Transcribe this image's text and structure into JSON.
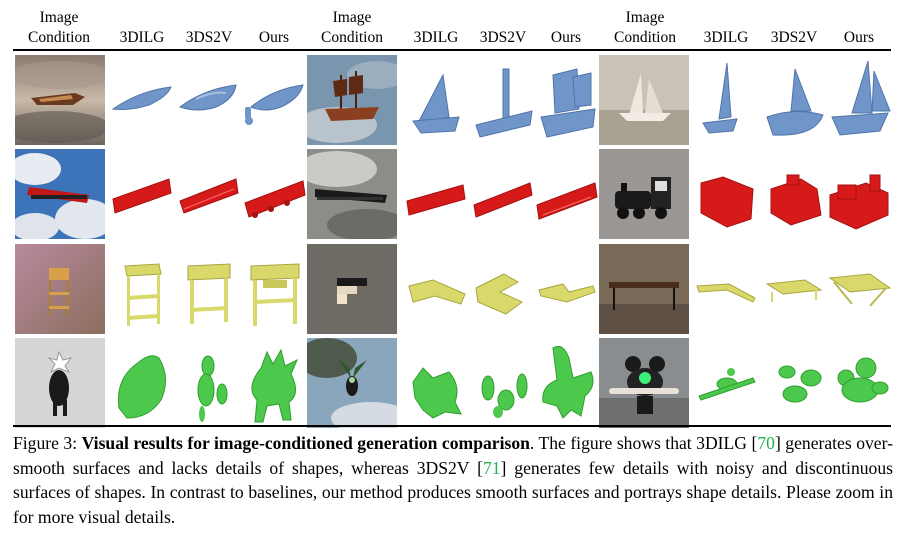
{
  "header": {
    "groups": [
      {
        "image_label_line1": "Image",
        "image_label_line2": "Condition",
        "methods": [
          "3DILG",
          "3DS2V",
          "Ours"
        ]
      },
      {
        "image_label_line1": "Image",
        "image_label_line2": "Condition",
        "methods": [
          "3DILG",
          "3DS2V",
          "Ours"
        ]
      },
      {
        "image_label_line1": "Image",
        "image_label_line2": "Condition",
        "methods": [
          "3DILG",
          "3DS2V",
          "Ours"
        ]
      }
    ]
  },
  "rows": [
    {
      "category": "boats",
      "color": "#6f95c9",
      "photos": [
        "speedboat-in-clouds",
        "pirate-ship-in-clouds",
        "sailboat-in-fog"
      ]
    },
    {
      "category": "trains",
      "color": "#d61a1a",
      "photos": [
        "red-train-in-sky",
        "black-train-in-clouds",
        "toy-locomotive"
      ]
    },
    {
      "category": "furniture",
      "color": "#d9d86a",
      "photos": [
        "nightstand-shelf",
        "sectional-sofa",
        "wooden-bench"
      ]
    },
    {
      "category": "creatures",
      "color": "#4cc94c",
      "photos": [
        "spiky-creature",
        "winged-creature",
        "robot-with-ears"
      ]
    }
  ],
  "caption": {
    "label": "Figure 3:",
    "title": "Visual results for image-conditioned generation comparison",
    "text_part1": ". The figure shows that 3DILG [",
    "ref1": "70",
    "text_part2": "] generates over-smooth surfaces and lacks details of shapes, whereas 3DS2V [",
    "ref2": "71",
    "text_part3": "] generates few details with noisy and discontinuous surfaces of shapes. In contrast to baselines, our method produces smooth surfaces and portrays shape details. Please zoom in for more visual details."
  }
}
